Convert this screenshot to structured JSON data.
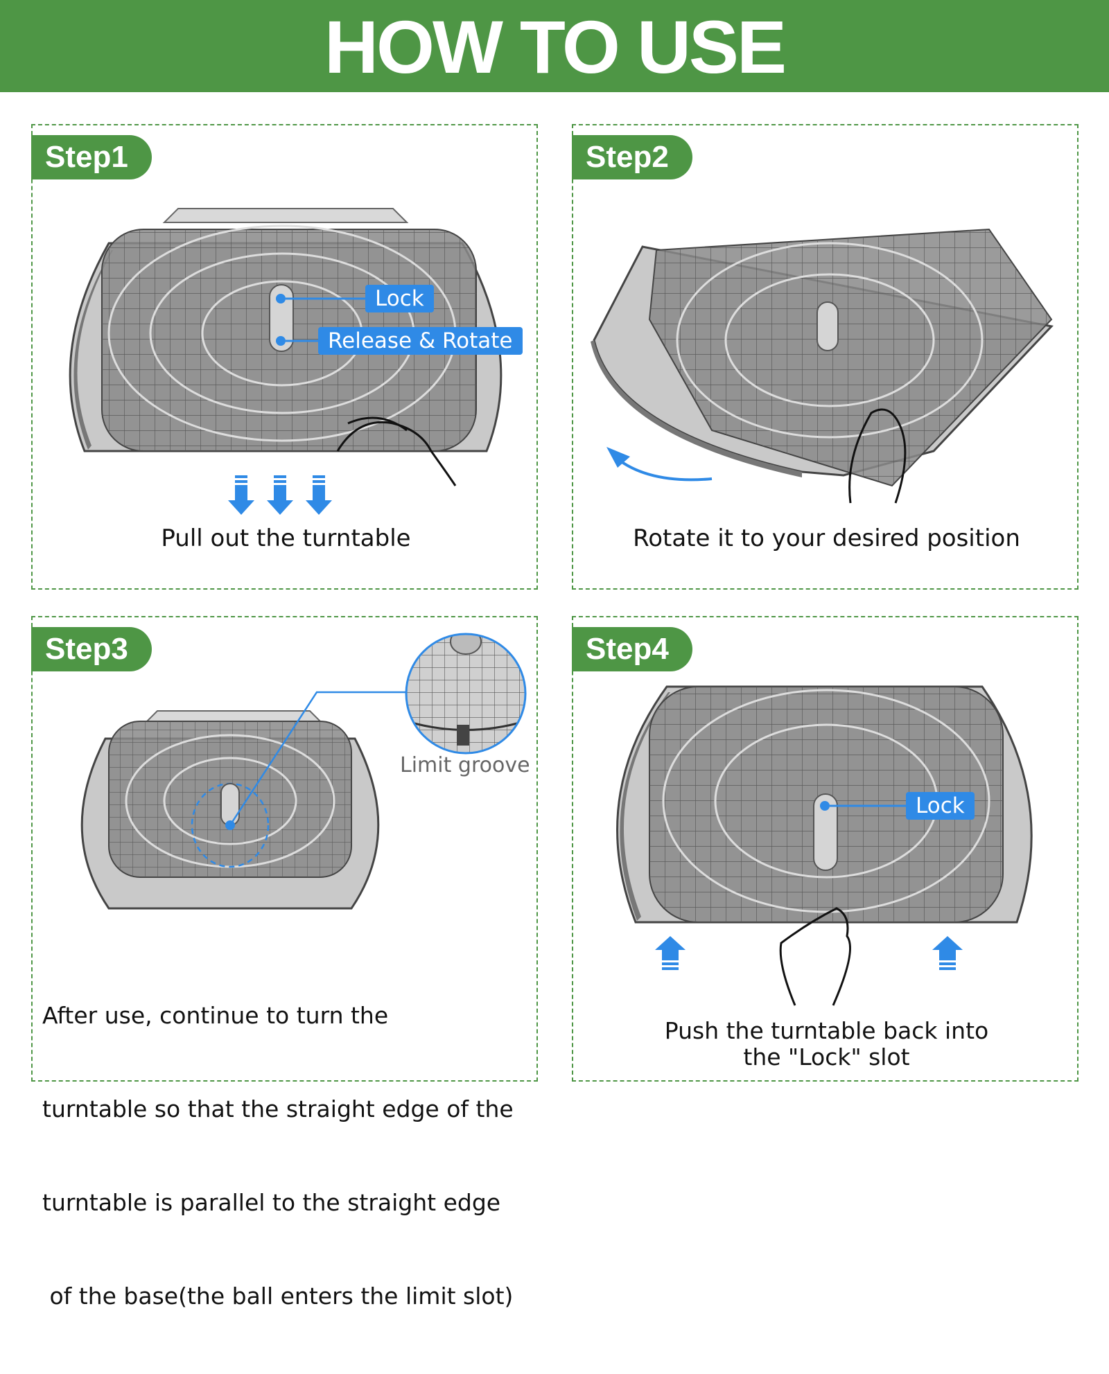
{
  "header": {
    "title": "HOW TO USE"
  },
  "steps": [
    {
      "label": "Step1",
      "caption": "Pull out the turntable",
      "callouts": [
        "Lock",
        "Release & Rotate"
      ]
    },
    {
      "label": "Step2",
      "caption": "Rotate it to your desired position"
    },
    {
      "label": "Step3",
      "caption_lines": [
        "After use, continue to turn the",
        "turntable so that the straight edge of the",
        "turntable is parallel to the straight edge",
        " of the base(the ball enters the limit slot)"
      ],
      "zoom_label": "Limit groove"
    },
    {
      "label": "Step4",
      "caption_lines": [
        "Push the turntable back into",
        "the \"Lock\" slot"
      ],
      "callouts": [
        "Lock"
      ]
    }
  ],
  "colors": {
    "brand_green": "#4e9645",
    "callout_blue": "#2f8ae6",
    "arrow_blue": "#2f8ae6"
  },
  "icons": [
    "down-arrow-icon",
    "up-arrow-icon",
    "rotate-arrow-icon",
    "hand-icon"
  ]
}
